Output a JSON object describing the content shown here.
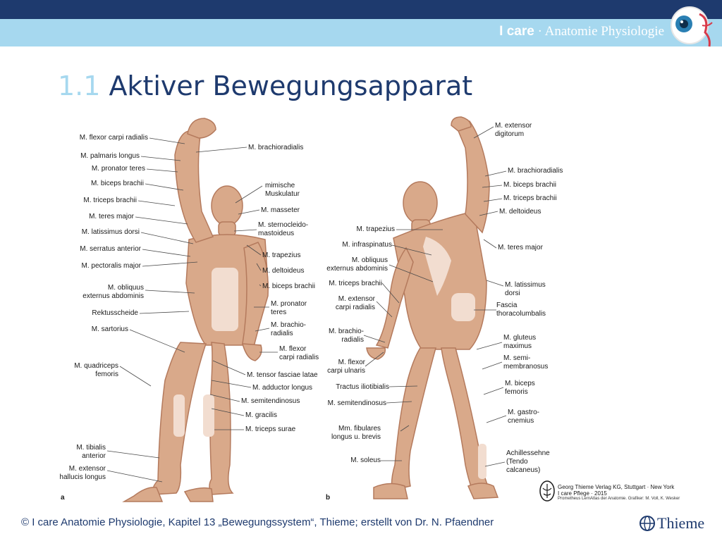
{
  "header": {
    "brand_bold": "I care",
    "brand_rest": " · Anatomie Physiologie",
    "logo_icon": "eye-icon"
  },
  "title": {
    "number": "1.1",
    "text": "Aktiver Bewegungsapparat"
  },
  "figure": {
    "panel_a": "a",
    "panel_b": "b",
    "labels_a_left": [
      "M. flexor carpi radialis",
      "M. palmaris longus",
      "M. pronator teres",
      "M. biceps brachii",
      "M. triceps brachii",
      "M. teres major",
      "M. latissimus dorsi",
      "M. serratus anterior",
      "M. pectoralis major",
      "M. obliquus\nexternus abdominis",
      "Rektusscheide",
      "M. sartorius",
      "M. quadriceps\nfemoris",
      "M. tibialis\nanterior",
      "M. extensor\nhallucis longus"
    ],
    "labels_a_right": [
      "M. brachioradialis",
      "mimische\nMuskulatur",
      "M. masseter",
      "M. sternocleido-\nmastoideus",
      "M. trapezius",
      "M. deltoideus",
      "M. biceps brachii",
      "M. pronator\nteres",
      "M. brachio-\nradialis",
      "M. flexor\ncarpi radialis",
      "M. tensor fasciae latae",
      "M. adductor longus",
      "M. semitendinosus",
      "M. gracilis",
      "M. triceps surae"
    ],
    "labels_b_left": [
      "M. trapezius",
      "M. infraspinatus",
      "M. obliquus\nexternus abdominis",
      "M. triceps brachii",
      "M. extensor\ncarpi radialis",
      "M. brachio-\nradialis",
      "M. flexor\ncarpi ulnaris",
      "Tractus iliotibialis",
      "M. semitendinosus",
      "Mm. fibulares\nlongus u. brevis",
      "M. soleus"
    ],
    "labels_b_right": [
      "M. extensor\ndigitorum",
      "M. brachioradialis",
      "M. biceps brachii",
      "M. triceps brachii",
      "M. deltoideus",
      "M. teres major",
      "M. latissimus\ndorsi",
      "Fascia\nthoracolumbalis",
      "M. gluteus\nmaximus",
      "M. semi-\nmembranosus",
      "M. biceps\nfemoris",
      "M. gastro-\ncnemius",
      "Achillessehne\n(Tendo\ncalcaneus)"
    ]
  },
  "publisher": {
    "line1": "Georg Thieme Verlag KG, Stuttgart · New York",
    "line2": "I care Pflege · 2015",
    "line3": "Prometheus LernAtlas der Anatomie. Grafiker: M. Voll, K. Wesker",
    "seal_icon": "publisher-seal-icon"
  },
  "footer": {
    "text": "© I care Anatomie Physiologie, Kapitel 13 „Bewegungssystem“, Thieme; erstellt von Dr. N. Pfaendner",
    "logo_text": "Thieme",
    "logo_icon": "thieme-globe-icon"
  },
  "colors": {
    "navy": "#1e3a6e",
    "light_blue": "#a6d8ef",
    "muscle": "#d9a98a",
    "muscle_dark": "#b47a5d",
    "tendon": "#f2ddd0"
  }
}
